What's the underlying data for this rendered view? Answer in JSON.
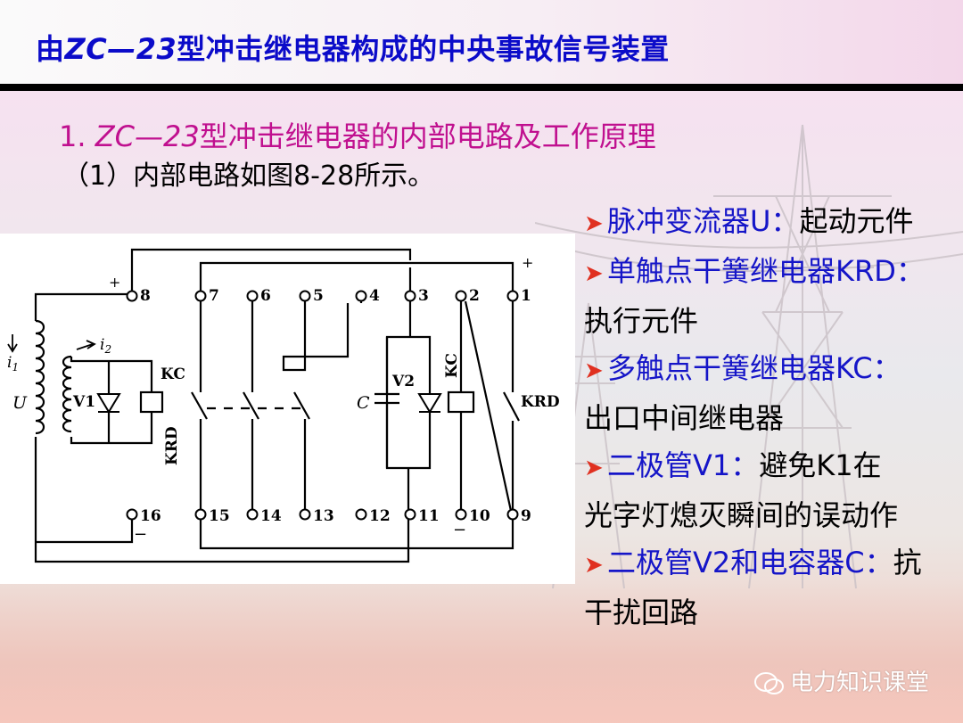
{
  "title": {
    "prefix": "由",
    "model": "ZC—23",
    "suffix": "型冲击继电器构成的中央事故信号装置"
  },
  "section": {
    "heading_num": "1.",
    "heading_model": "ZC—23",
    "heading_rest": "型冲击继电器的内部电路及工作原理",
    "subheading": "（1）内部电路如图8-28所示。"
  },
  "diagram": {
    "terminals_top": [
      "8",
      "7",
      "6",
      "5",
      "4",
      "3",
      "2",
      "1"
    ],
    "terminals_bottom": [
      "16",
      "15",
      "14",
      "13",
      "12",
      "11",
      "10",
      "9"
    ],
    "labels": {
      "plus_left": "+",
      "plus_right": "+",
      "minus_left": "−",
      "minus_right": "−",
      "i1": "i",
      "i1_sub": "1",
      "i2": "i",
      "i2_sub": "2",
      "U": "U",
      "V1": "V1",
      "V2": "V2",
      "KC_left": "KC",
      "KC_right": "KC",
      "KRD_left": "KRD",
      "KRD_right": "KRD",
      "C": "C"
    }
  },
  "bullets": [
    {
      "label": "脉冲变流器U：",
      "desc": "起动元件"
    },
    {
      "label": "单触点干簧继电器KRD：",
      "desc": "执行元件"
    },
    {
      "label": "多触点干簧继电器KC：",
      "desc": "出口中间继电器"
    },
    {
      "label": "二极管V1：",
      "desc": "避免K1在光字灯熄灭瞬间的误动作"
    },
    {
      "label": "二极管V2和电容器C：",
      "desc": "抗干扰回路"
    }
  ],
  "watermark": "电力知识课堂"
}
